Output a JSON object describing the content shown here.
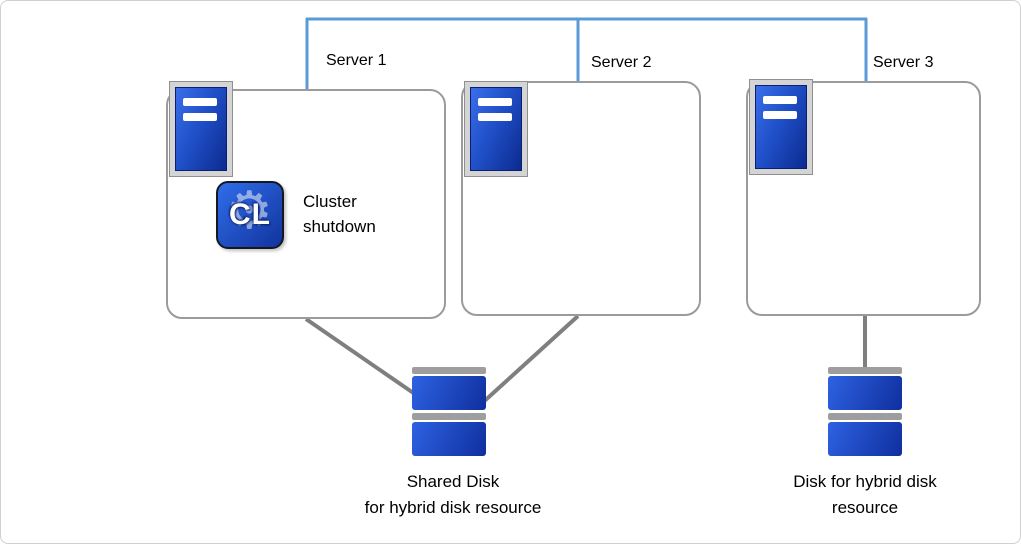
{
  "network": {
    "servers": [
      {
        "label": "Server 1"
      },
      {
        "label": "Server 2"
      },
      {
        "label": "Server 3"
      }
    ]
  },
  "cluster": {
    "icon_text": "CL",
    "label": "Cluster\nshutdown"
  },
  "disks": {
    "shared": {
      "label": "Shared Disk\nfor hybrid disk resource"
    },
    "hybrid": {
      "label": "Disk for hybrid disk\nresource"
    }
  },
  "colors": {
    "network_line": "#5B9BD5",
    "storage_line": "#7F7F7F",
    "server_blue": "#2050C8",
    "disk_blue": "#1B3FB0",
    "box_border": "#9B9B9B"
  }
}
